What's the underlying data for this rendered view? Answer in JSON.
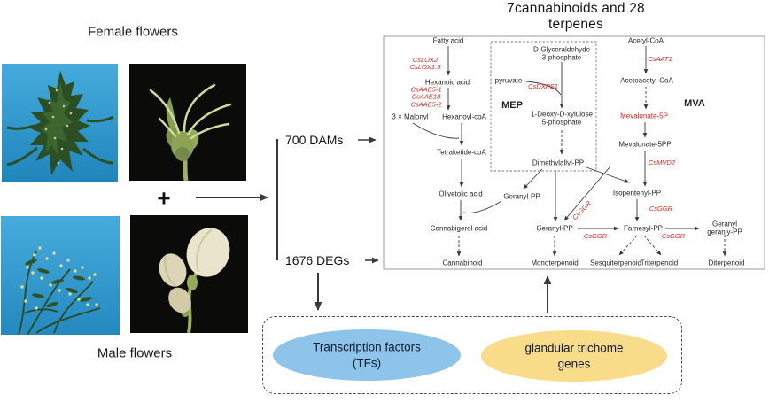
{
  "header": {
    "title": "7cannabinoids and 28 terpenes"
  },
  "specimens": {
    "female_label": "Female flowers",
    "male_label": "Male flowers",
    "plus_sign": "+"
  },
  "flow": {
    "dams": "700 DAMs",
    "degs": "1676 DEGs"
  },
  "pathway": {
    "regions": {
      "mep": "MEP",
      "mva": "MVA"
    },
    "nodes": {
      "fatty_acid": "Fatty acid",
      "hexanoic_acid": "Hexanoic acid",
      "malonyl": "3 × Malonyl",
      "hexanoyl_coa": "Hexanoyl-coA",
      "tetraketide_coa": "Tetraketide-coA",
      "olivetolic_acid": "Olivetolic acid",
      "cannabigerol_acid": "Cannabigerol acid",
      "cannabinoid": "Cannabinoid",
      "glyceraldehyde": "D-Glyceraldehyde\n3-phosphate",
      "pyruvate": "pyruvate",
      "deoxy_xylulose": "1-Deoxy-D-xylulose\n5-phosphate",
      "dimethylallyl_pp": "Dimethylallyl-PP",
      "geranyl_pp_left": "Geranyl-PP",
      "geranyl_pp_mid": "Geranyl-PP",
      "monoterpenoid": "Monoterpenoid",
      "acetyl_coa": "Acetyl-CoA",
      "acetoacetyl_coa": "Acetoacetyl-CoA",
      "mevalonate_5p": "Mevalonate-5P",
      "mevalonate_5pp": "Mevalonate-5PP",
      "isopentenyl_pp": "Isopentenyl-PP",
      "farnesyl_pp": "Farnesyl-PP",
      "sesquiterpenoid": "Sesquiterpenoid",
      "triterpenoid": "Triterpenoid",
      "geranyl_geranyl_pp": "Geranyl geranly-PP",
      "diterpenoid": "Diterpenoid"
    },
    "genes": {
      "lox": "CsLOX2\nCsLOX1.5",
      "aae": "CsAAE5-1\nCsAAE18\nCsAAE5-2",
      "dxps1": "CsDXPS1",
      "aat1": "CsAAT1",
      "mvd2": "CsMVD2",
      "ggr": "CsGGR"
    }
  },
  "bottom": {
    "tf_label": "Transcription factors\n(TFs)",
    "trichome_label": "glandular trichome\ngenes"
  },
  "colors": {
    "gene_red": "#e3241d",
    "tf_ellipse": "#8ec4e9",
    "trichome_ellipse": "#f9dc8a",
    "photo_sky_blue": "#2f9fd3",
    "photo_black": "#0b0b09"
  }
}
